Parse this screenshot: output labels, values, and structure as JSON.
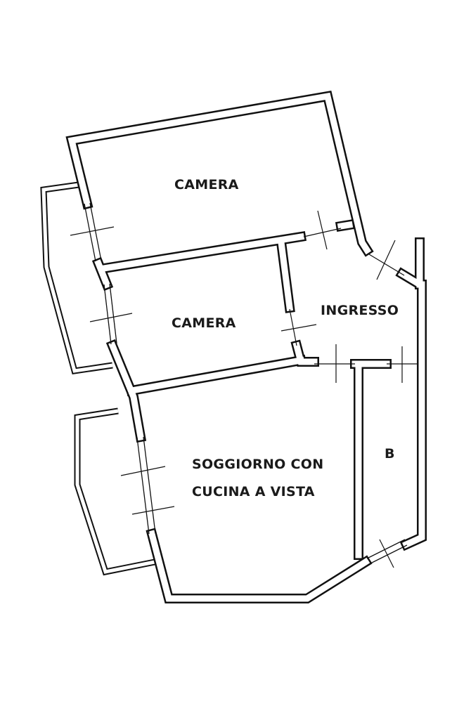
{
  "plan": {
    "rooms": {
      "camera_top": "CAMERA",
      "camera_mid": "CAMERA",
      "ingresso": "INGRESSO",
      "soggiorno_line1": "SOGGIORNO CON",
      "soggiorno_line2": "CUCINA A VISTA",
      "bagno": "B"
    },
    "colors": {
      "wall": "#111111",
      "background": "#ffffff"
    }
  }
}
